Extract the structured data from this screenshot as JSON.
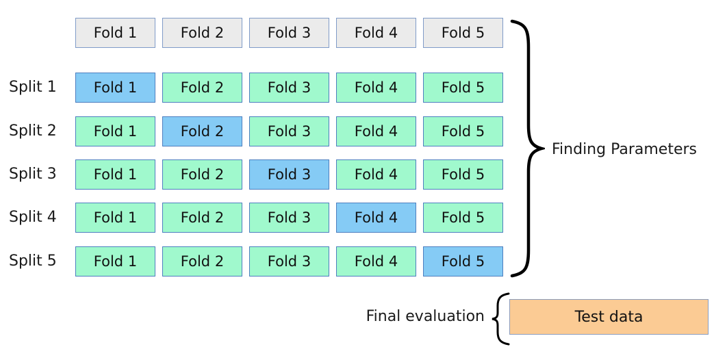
{
  "colors": {
    "fold_all_fill": "#ebebeb",
    "fold_train_fill": "#a0f9cd",
    "fold_test_fill": "#85cbf5",
    "test_data_fill": "#fbcb94",
    "box_border": "#4d7ebf",
    "gray_box_border": "#7f9bc8",
    "test_box_border": "#8a9dc0",
    "brace_color": "#000000",
    "text_color": "#111111"
  },
  "header_row": {
    "folds": [
      "Fold 1",
      "Fold 2",
      "Fold 3",
      "Fold 4",
      "Fold 5"
    ]
  },
  "splits": [
    {
      "label": "Split 1",
      "folds": [
        "Fold 1",
        "Fold 2",
        "Fold 3",
        "Fold 4",
        "Fold 5"
      ],
      "test_fold_index": 0
    },
    {
      "label": "Split 2",
      "folds": [
        "Fold 1",
        "Fold 2",
        "Fold 3",
        "Fold 4",
        "Fold 5"
      ],
      "test_fold_index": 1
    },
    {
      "label": "Split 3",
      "folds": [
        "Fold 1",
        "Fold 2",
        "Fold 3",
        "Fold 4",
        "Fold 5"
      ],
      "test_fold_index": 2
    },
    {
      "label": "Split 4",
      "folds": [
        "Fold 1",
        "Fold 2",
        "Fold 3",
        "Fold 4",
        "Fold 5"
      ],
      "test_fold_index": 3
    },
    {
      "label": "Split 5",
      "folds": [
        "Fold 1",
        "Fold 2",
        "Fold 3",
        "Fold 4",
        "Fold 5"
      ],
      "test_fold_index": 4
    }
  ],
  "annotations": {
    "finding_parameters": "Finding Parameters",
    "final_evaluation": "Final evaluation"
  },
  "test_data_box": {
    "label": "Test data"
  }
}
